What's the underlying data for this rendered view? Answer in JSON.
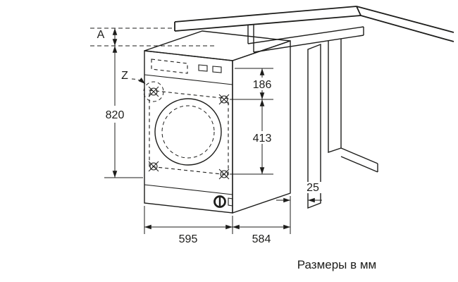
{
  "diagram": {
    "caption": "Размеры в мм",
    "dimensions": {
      "gap_label": "A",
      "detail_label": "Z",
      "niche_height": "820",
      "top_to_holes": "186",
      "holes_span": "413",
      "side_clearance": "25",
      "width": "595",
      "depth": "584"
    },
    "colors": {
      "line": "#1d1d1b",
      "background": "#ffffff"
    }
  }
}
